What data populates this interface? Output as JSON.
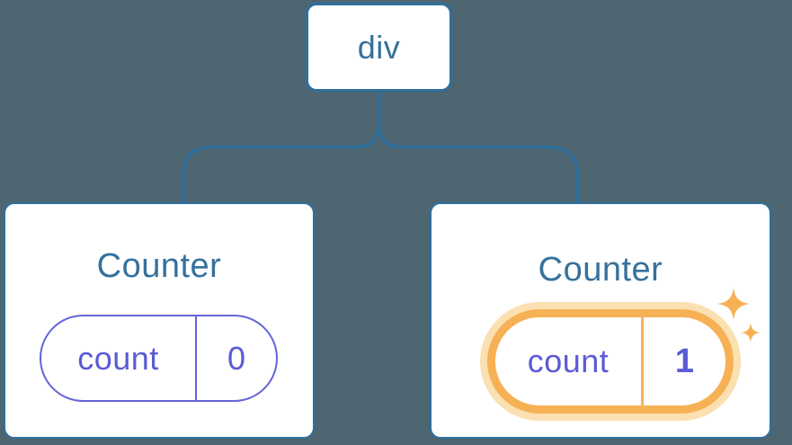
{
  "diagram": {
    "root": {
      "label": "div"
    },
    "children": [
      {
        "title": "Counter",
        "state_key": "count",
        "state_value": "0",
        "highlighted": false
      },
      {
        "title": "Counter",
        "state_key": "count",
        "state_value": "1",
        "highlighted": true
      }
    ]
  },
  "icons": {
    "sparkles": "sparkles-icon"
  },
  "colors": {
    "background": "#4D6672",
    "node_border_blue": "#2E6F9D",
    "node_text_blue": "#35719D",
    "state_purple": "#5B5BD6",
    "state_border_purple": "#6464D9",
    "highlight_orange": "#F7B155",
    "highlight_halo": "#FBE0B2",
    "card_bg": "#FFFFFF"
  }
}
